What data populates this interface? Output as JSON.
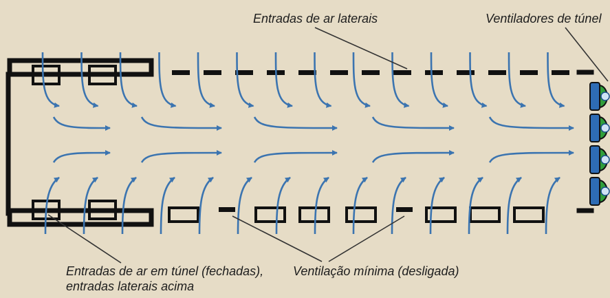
{
  "labels": {
    "side_inlets": "Entradas de ar laterais",
    "tunnel_fans": "Ventiladores de túnel",
    "tunnel_inlets_line1": "Entradas de ar em túnel (fechadas),",
    "tunnel_inlets_line2": "entradas laterais acima",
    "minimum_ventilation": "Ventilação mínima (desligada)"
  },
  "colors": {
    "background": "#e6dcc6",
    "walls": "#111111",
    "airflow_arrows": "#3b74b0",
    "fan_housing": "#2e6cb5",
    "fan_blade": "#2f9e3a",
    "leader_lines": "#333333"
  },
  "fans": {
    "count": 4
  }
}
